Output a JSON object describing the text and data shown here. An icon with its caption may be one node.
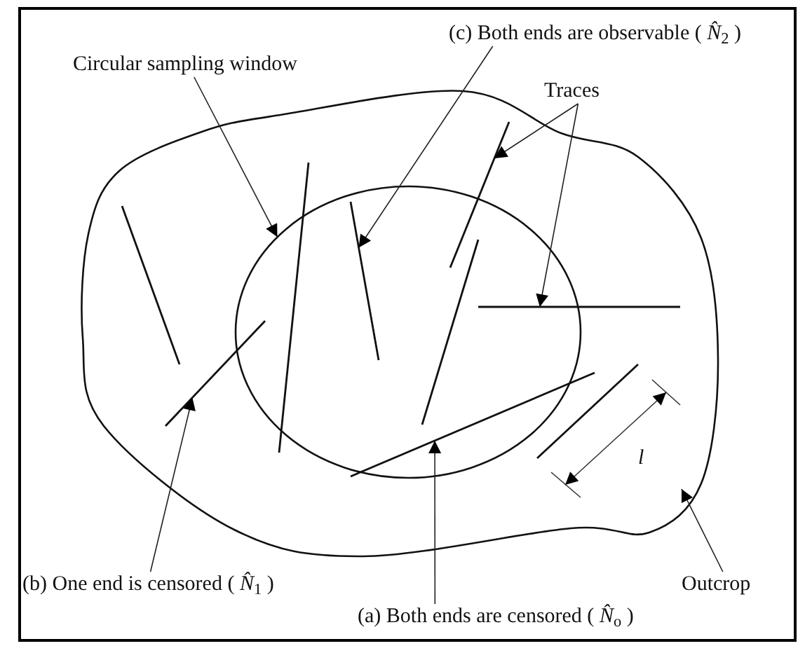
{
  "diagram": {
    "nodes": [
      {
        "text": [
          "Circular sampling window"
        ]
      },
      {
        "text": [
          "(c) Both ends are observable ( *N̂*$_{2}$ )"
        ]
      },
      {
        "text": [
          "Traces"
        ]
      },
      {
        "text": [],
        "shape": "cloud"
      },
      {
        "text": [],
        "shape": "circle",
        "in": 3
      },
      {
        "text": [],
        "shape": "line",
        "in": 3
      },
      {
        "text": [],
        "shape": "line",
        "in": 3
      },
      {
        "text": [],
        "shape": "line",
        "in": 3
      },
      {
        "text": [],
        "shape": "line",
        "in": 4
      },
      {
        "text": [],
        "shape": "line",
        "in": 3
      },
      {
        "text": [],
        "shape": "line",
        "in": 4
      },
      {
        "text": [],
        "shape": "line",
        "in": 3
      },
      {
        "text": [],
        "shape": "line",
        "in": 3
      },
      {
        "text": [],
        "shape": "line",
        "in": 3
      },
      {
        "text": [
          "(b) One end is censored ( *N̂*$_{1}$ )"
        ]
      },
      {
        "text": [
          "Outcrop"
        ]
      },
      {
        "text": [
          "(a) Both ends are censored ( *N̂*$_{o}$ )"
        ]
      }
    ],
    "edges": [
      {
        "from": 0,
        "to": 4,
        "arrow": "to"
      },
      {
        "from": 1,
        "to": 8,
        "arrow": "to"
      },
      {
        "from": 2,
        "to": 11,
        "arrow": "to"
      },
      {
        "from": 2,
        "to": 12,
        "arrow": "to"
      },
      {
        "from": 14,
        "to": 6,
        "arrow": "to"
      },
      {
        "from": 16,
        "to": 9,
        "arrow": "to"
      },
      {
        "from": 15,
        "to": 3,
        "arrow": "to"
      }
    ],
    "labels": [
      "*l*"
    ]
  }
}
